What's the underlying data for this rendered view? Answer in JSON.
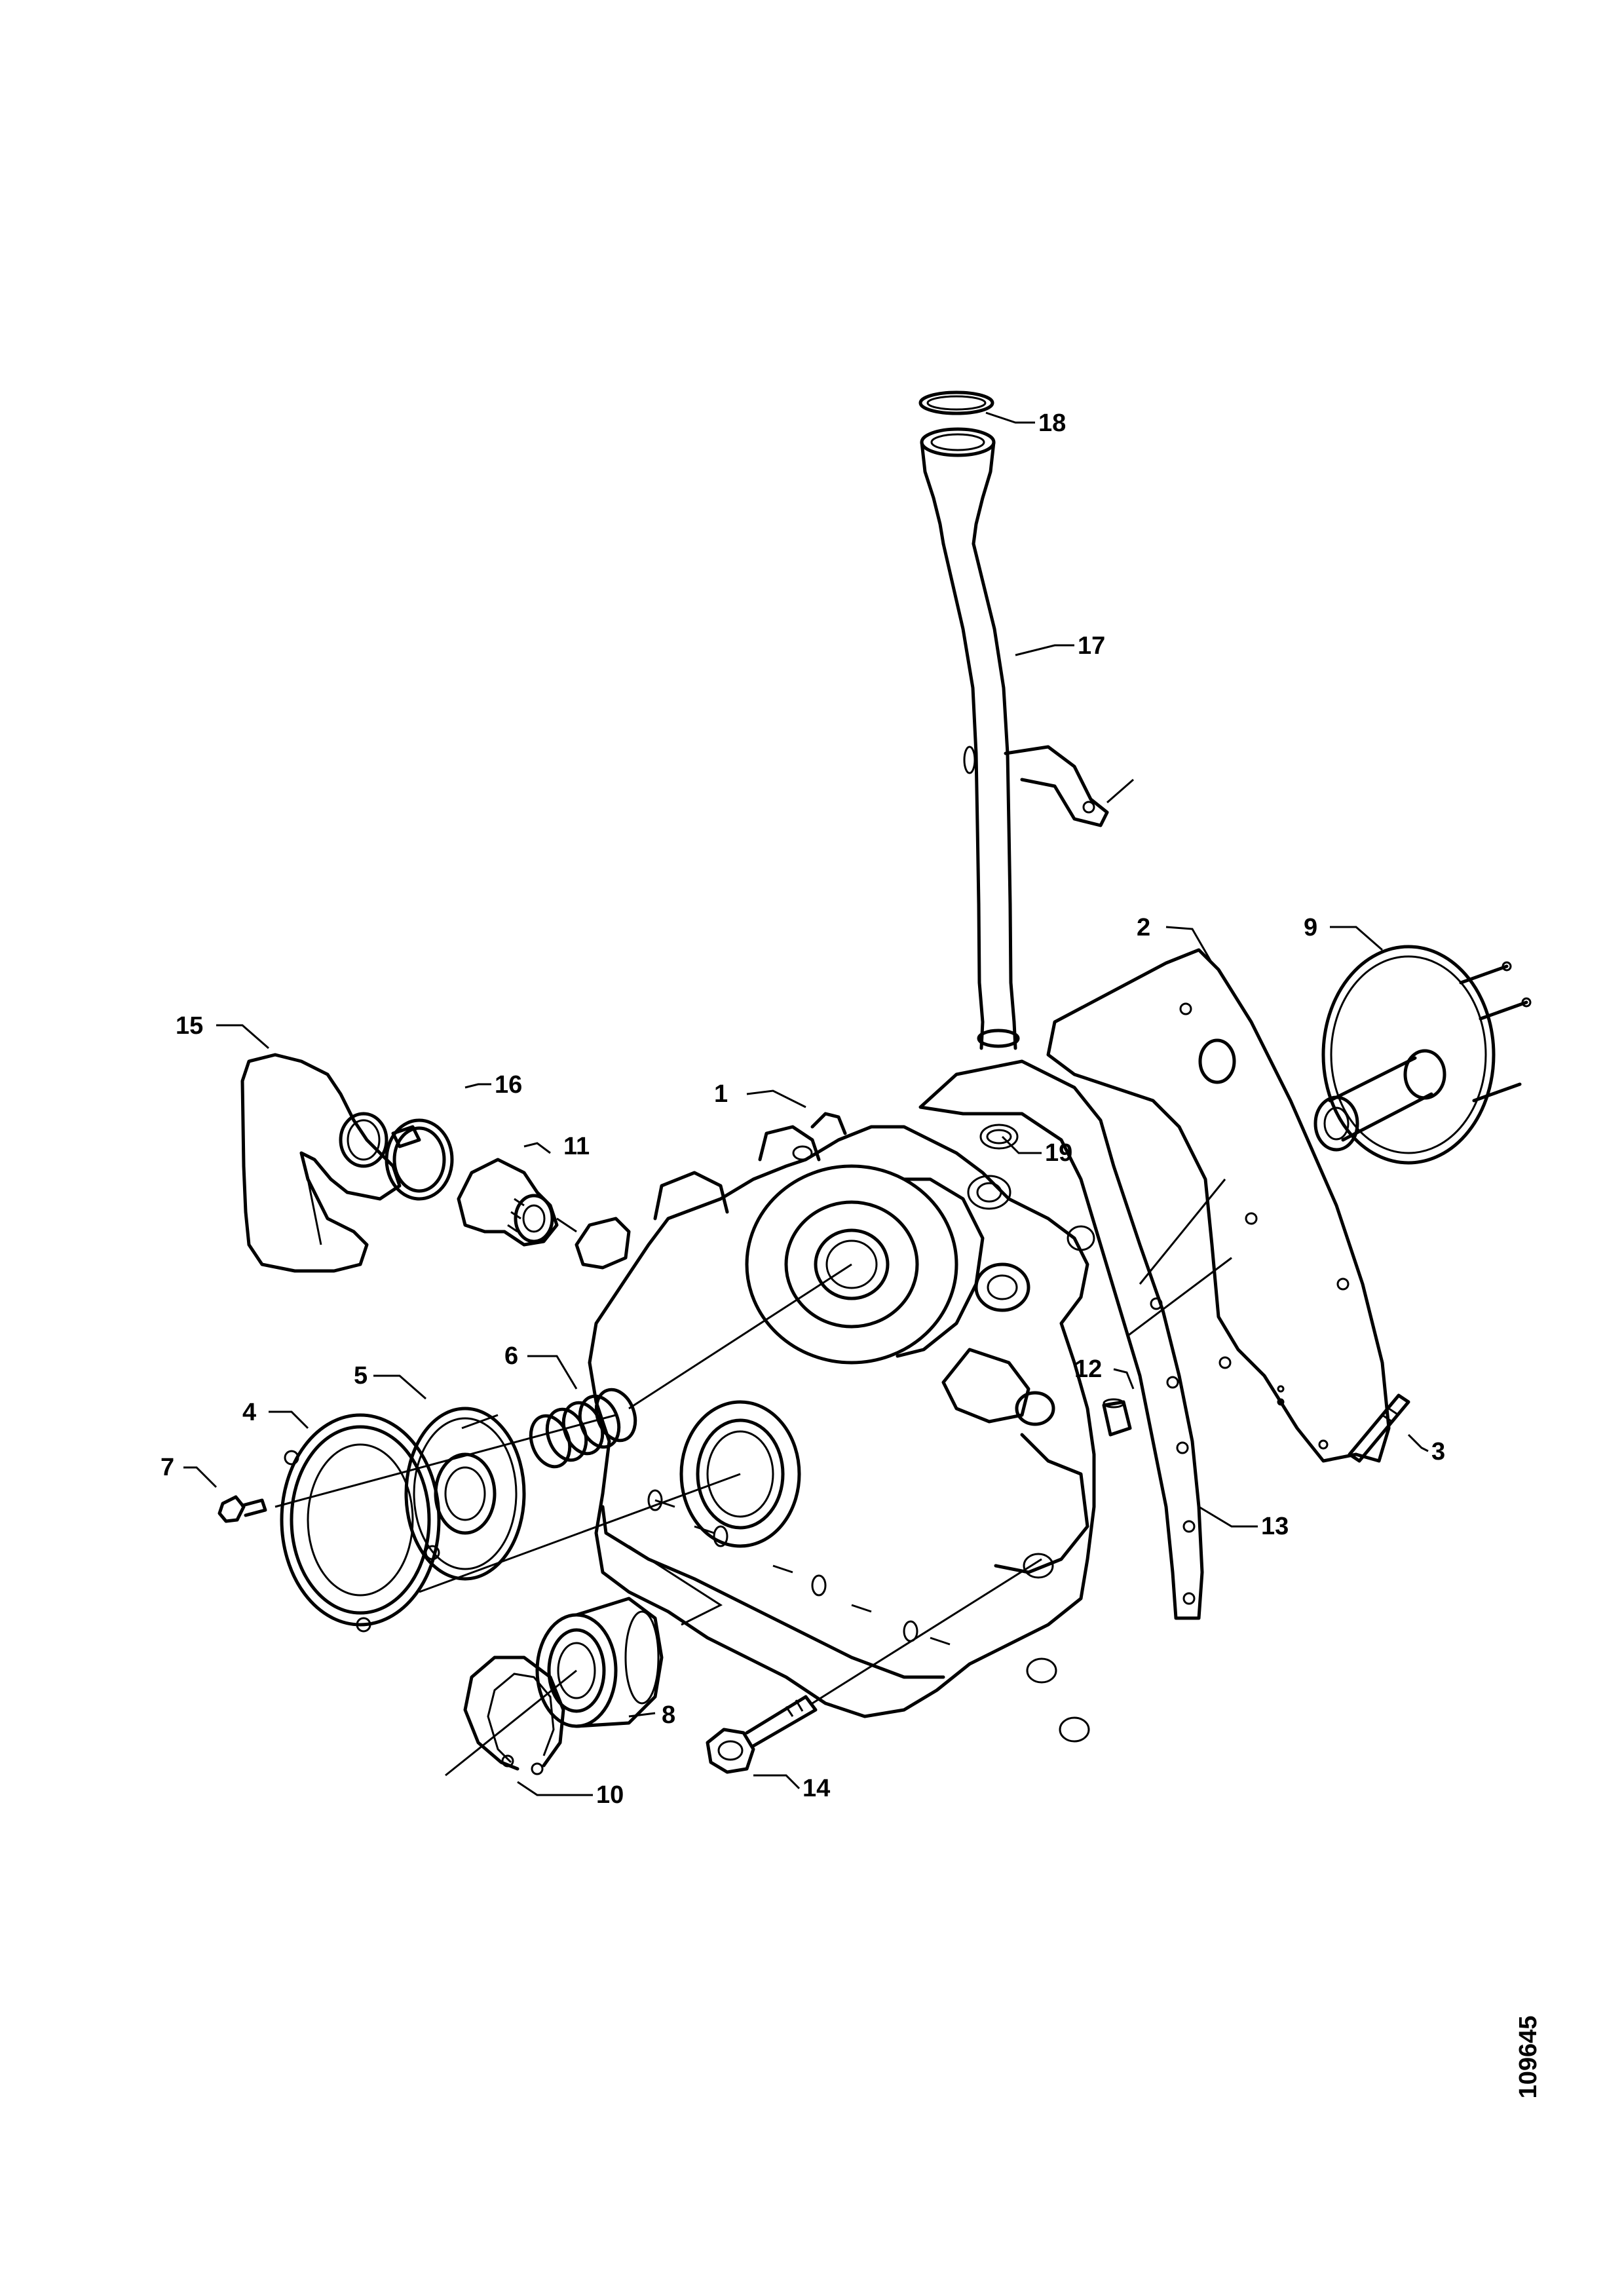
{
  "diagram": {
    "document_number": "109645",
    "callouts": {
      "c1": "1",
      "c2": "2",
      "c3": "3",
      "c4": "4",
      "c5": "5",
      "c6": "6",
      "c7": "7",
      "c8": "8",
      "c9": "9",
      "c10": "10",
      "c11": "11",
      "c12": "12",
      "c13": "13",
      "c14": "14",
      "c15": "15",
      "c16": "16",
      "c17": "17",
      "c18": "18",
      "c19": "19"
    }
  }
}
